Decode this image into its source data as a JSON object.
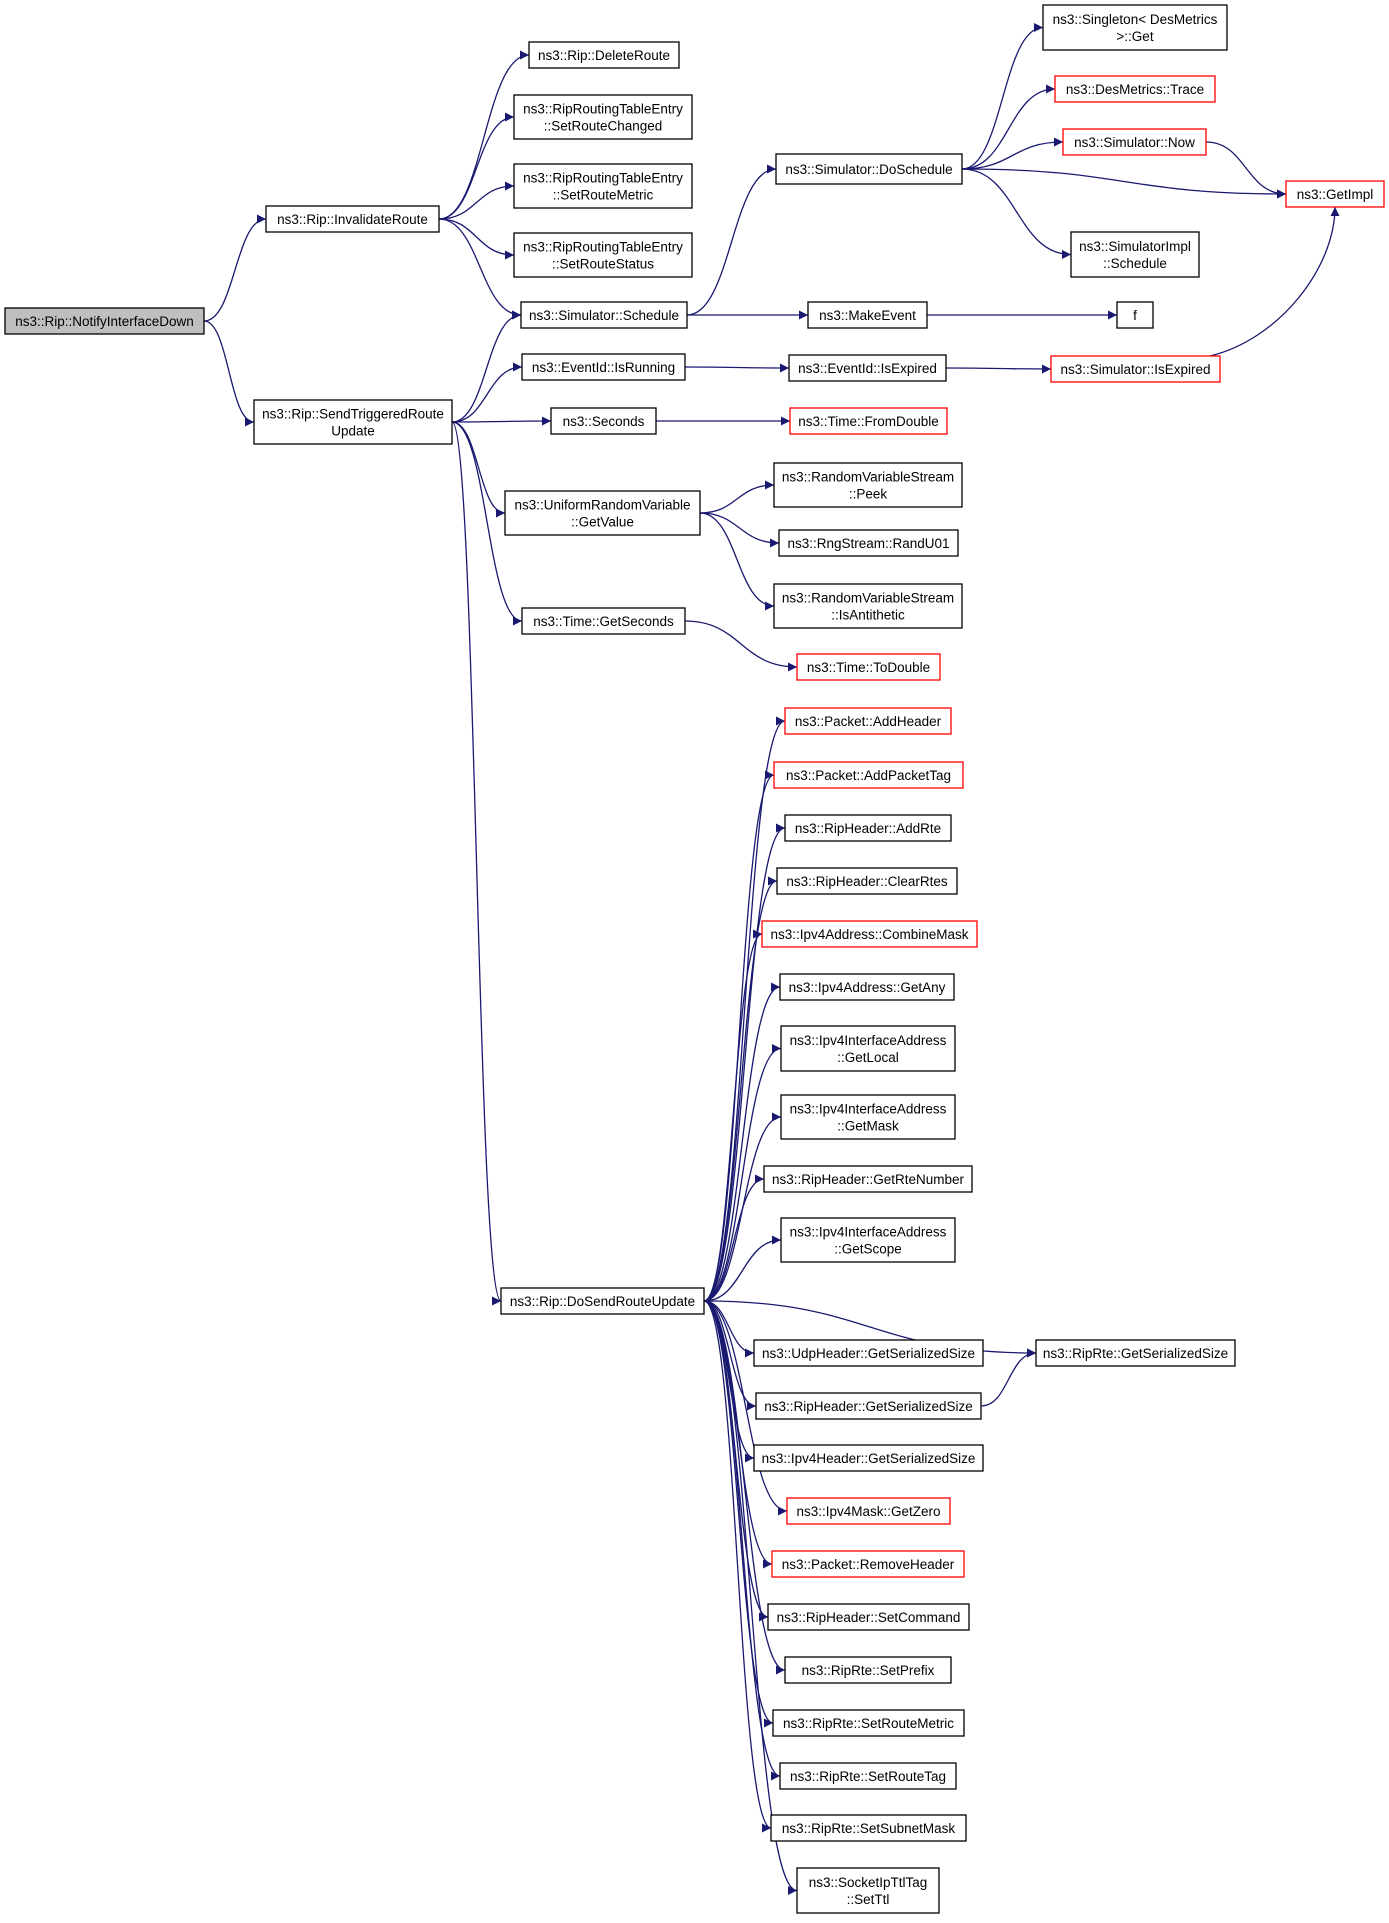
{
  "colors": {
    "edge": "#191970",
    "node_border": "#000000",
    "incomplete_border": "#ff0000",
    "root_fill": "#bfbfbf"
  },
  "nodes": [
    {
      "id": "n0",
      "lines": [
        "ns3::Rip::NotifyInterfaceDown"
      ],
      "style": "root"
    },
    {
      "id": "n1",
      "lines": [
        "ns3::Rip::InvalidateRoute"
      ]
    },
    {
      "id": "n2",
      "lines": [
        "ns3::Rip::SendTriggeredRoute",
        "Update"
      ]
    },
    {
      "id": "n3",
      "lines": [
        "ns3::Rip::DeleteRoute"
      ]
    },
    {
      "id": "n4",
      "lines": [
        "ns3::RipRoutingTableEntry",
        "::SetRouteChanged"
      ]
    },
    {
      "id": "n5",
      "lines": [
        "ns3::RipRoutingTableEntry",
        "::SetRouteMetric"
      ]
    },
    {
      "id": "n6",
      "lines": [
        "ns3::RipRoutingTableEntry",
        "::SetRouteStatus"
      ]
    },
    {
      "id": "n7",
      "lines": [
        "ns3::Simulator::Schedule"
      ]
    },
    {
      "id": "n8",
      "lines": [
        "ns3::EventId::IsRunning"
      ]
    },
    {
      "id": "n9",
      "lines": [
        "ns3::Seconds"
      ]
    },
    {
      "id": "n10",
      "lines": [
        "ns3::UniformRandomVariable",
        "::GetValue"
      ]
    },
    {
      "id": "n11",
      "lines": [
        "ns3::Time::GetSeconds"
      ]
    },
    {
      "id": "n12",
      "lines": [
        "ns3::Rip::DoSendRouteUpdate"
      ]
    },
    {
      "id": "n13",
      "lines": [
        "ns3::Simulator::DoSchedule"
      ]
    },
    {
      "id": "n14",
      "lines": [
        "ns3::MakeEvent"
      ]
    },
    {
      "id": "n15",
      "lines": [
        "ns3::EventId::IsExpired"
      ]
    },
    {
      "id": "n16",
      "lines": [
        "ns3::Time::FromDouble"
      ],
      "style": "red"
    },
    {
      "id": "n17",
      "lines": [
        "ns3::RandomVariableStream",
        "::Peek"
      ]
    },
    {
      "id": "n18",
      "lines": [
        "ns3::RngStream::RandU01"
      ]
    },
    {
      "id": "n19",
      "lines": [
        "ns3::RandomVariableStream",
        "::IsAntithetic"
      ]
    },
    {
      "id": "n20",
      "lines": [
        "ns3::Time::ToDouble"
      ],
      "style": "red"
    },
    {
      "id": "n21",
      "lines": [
        "ns3::Singleton< DesMetrics",
        " >::Get"
      ]
    },
    {
      "id": "n22",
      "lines": [
        "ns3::DesMetrics::Trace"
      ],
      "style": "red"
    },
    {
      "id": "n23",
      "lines": [
        "ns3::Simulator::Now"
      ],
      "style": "red"
    },
    {
      "id": "n24",
      "lines": [
        "ns3::GetImpl"
      ],
      "style": "red"
    },
    {
      "id": "n25",
      "lines": [
        "ns3::SimulatorImpl",
        "::Schedule"
      ]
    },
    {
      "id": "n26",
      "lines": [
        "f"
      ]
    },
    {
      "id": "n27",
      "lines": [
        "ns3::Simulator::IsExpired"
      ],
      "style": "red"
    },
    {
      "id": "n28",
      "lines": [
        "ns3::Packet::AddHeader"
      ],
      "style": "red"
    },
    {
      "id": "n29",
      "lines": [
        "ns3::Packet::AddPacketTag"
      ],
      "style": "red"
    },
    {
      "id": "n30",
      "lines": [
        "ns3::RipHeader::AddRte"
      ]
    },
    {
      "id": "n31",
      "lines": [
        "ns3::RipHeader::ClearRtes"
      ]
    },
    {
      "id": "n32",
      "lines": [
        "ns3::Ipv4Address::CombineMask"
      ],
      "style": "red"
    },
    {
      "id": "n33",
      "lines": [
        "ns3::Ipv4Address::GetAny"
      ]
    },
    {
      "id": "n34",
      "lines": [
        "ns3::Ipv4InterfaceAddress",
        "::GetLocal"
      ]
    },
    {
      "id": "n35",
      "lines": [
        "ns3::Ipv4InterfaceAddress",
        "::GetMask"
      ]
    },
    {
      "id": "n36",
      "lines": [
        "ns3::RipHeader::GetRteNumber"
      ]
    },
    {
      "id": "n37",
      "lines": [
        "ns3::Ipv4InterfaceAddress",
        "::GetScope"
      ]
    },
    {
      "id": "n38",
      "lines": [
        "ns3::UdpHeader::GetSerializedSize"
      ]
    },
    {
      "id": "n39",
      "lines": [
        "ns3::RipHeader::GetSerializedSize"
      ]
    },
    {
      "id": "n40",
      "lines": [
        "ns3::Ipv4Header::GetSerializedSize"
      ]
    },
    {
      "id": "n41",
      "lines": [
        "ns3::Ipv4Mask::GetZero"
      ],
      "style": "red"
    },
    {
      "id": "n42",
      "lines": [
        "ns3::Packet::RemoveHeader"
      ],
      "style": "red"
    },
    {
      "id": "n43",
      "lines": [
        "ns3::RipHeader::SetCommand"
      ]
    },
    {
      "id": "n44",
      "lines": [
        "ns3::RipRte::SetPrefix"
      ]
    },
    {
      "id": "n45",
      "lines": [
        "ns3::RipRte::SetRouteMetric"
      ]
    },
    {
      "id": "n46",
      "lines": [
        "ns3::RipRte::SetRouteTag"
      ]
    },
    {
      "id": "n47",
      "lines": [
        "ns3::RipRte::SetSubnetMask"
      ]
    },
    {
      "id": "n48",
      "lines": [
        "ns3::SocketIpTtlTag",
        "::SetTtl"
      ]
    },
    {
      "id": "n49",
      "lines": [
        "ns3::RipRte::GetSerializedSize"
      ]
    }
  ],
  "edges": [
    [
      "n0",
      "n1"
    ],
    [
      "n0",
      "n2"
    ],
    [
      "n1",
      "n3"
    ],
    [
      "n1",
      "n4"
    ],
    [
      "n1",
      "n5"
    ],
    [
      "n1",
      "n6"
    ],
    [
      "n1",
      "n7"
    ],
    [
      "n2",
      "n7"
    ],
    [
      "n2",
      "n8"
    ],
    [
      "n2",
      "n9"
    ],
    [
      "n2",
      "n10"
    ],
    [
      "n2",
      "n11"
    ],
    [
      "n2",
      "n12"
    ],
    [
      "n7",
      "n13"
    ],
    [
      "n7",
      "n14"
    ],
    [
      "n8",
      "n15"
    ],
    [
      "n9",
      "n16"
    ],
    [
      "n10",
      "n17"
    ],
    [
      "n10",
      "n18"
    ],
    [
      "n10",
      "n19"
    ],
    [
      "n11",
      "n20"
    ],
    [
      "n13",
      "n21"
    ],
    [
      "n13",
      "n22"
    ],
    [
      "n13",
      "n23"
    ],
    [
      "n13",
      "n24"
    ],
    [
      "n13",
      "n25"
    ],
    [
      "n14",
      "n26"
    ],
    [
      "n15",
      "n27"
    ],
    [
      "n23",
      "n24"
    ],
    [
      "n27",
      "n24"
    ],
    [
      "n12",
      "n28"
    ],
    [
      "n12",
      "n29"
    ],
    [
      "n12",
      "n30"
    ],
    [
      "n12",
      "n31"
    ],
    [
      "n12",
      "n32"
    ],
    [
      "n12",
      "n33"
    ],
    [
      "n12",
      "n34"
    ],
    [
      "n12",
      "n35"
    ],
    [
      "n12",
      "n36"
    ],
    [
      "n12",
      "n37"
    ],
    [
      "n12",
      "n49"
    ],
    [
      "n12",
      "n38"
    ],
    [
      "n12",
      "n39"
    ],
    [
      "n12",
      "n40"
    ],
    [
      "n12",
      "n41"
    ],
    [
      "n12",
      "n42"
    ],
    [
      "n12",
      "n43"
    ],
    [
      "n12",
      "n44"
    ],
    [
      "n12",
      "n45"
    ],
    [
      "n12",
      "n46"
    ],
    [
      "n12",
      "n47"
    ],
    [
      "n12",
      "n48"
    ],
    [
      "n39",
      "n49"
    ]
  ]
}
